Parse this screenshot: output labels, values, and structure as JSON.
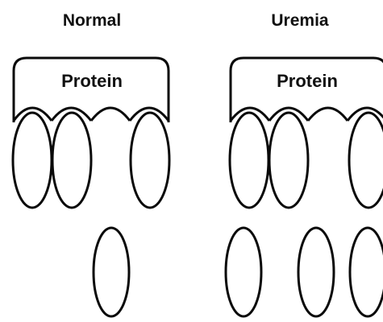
{
  "panels": {
    "normal": {
      "title": "Normal",
      "protein_label": "Protein"
    },
    "uremia": {
      "title": "Uremia",
      "protein_label": "Protein"
    }
  },
  "colors": {
    "outline": "#0a0a0a",
    "shaded_fill": "#9a9a9a",
    "background": "#ffffff"
  }
}
